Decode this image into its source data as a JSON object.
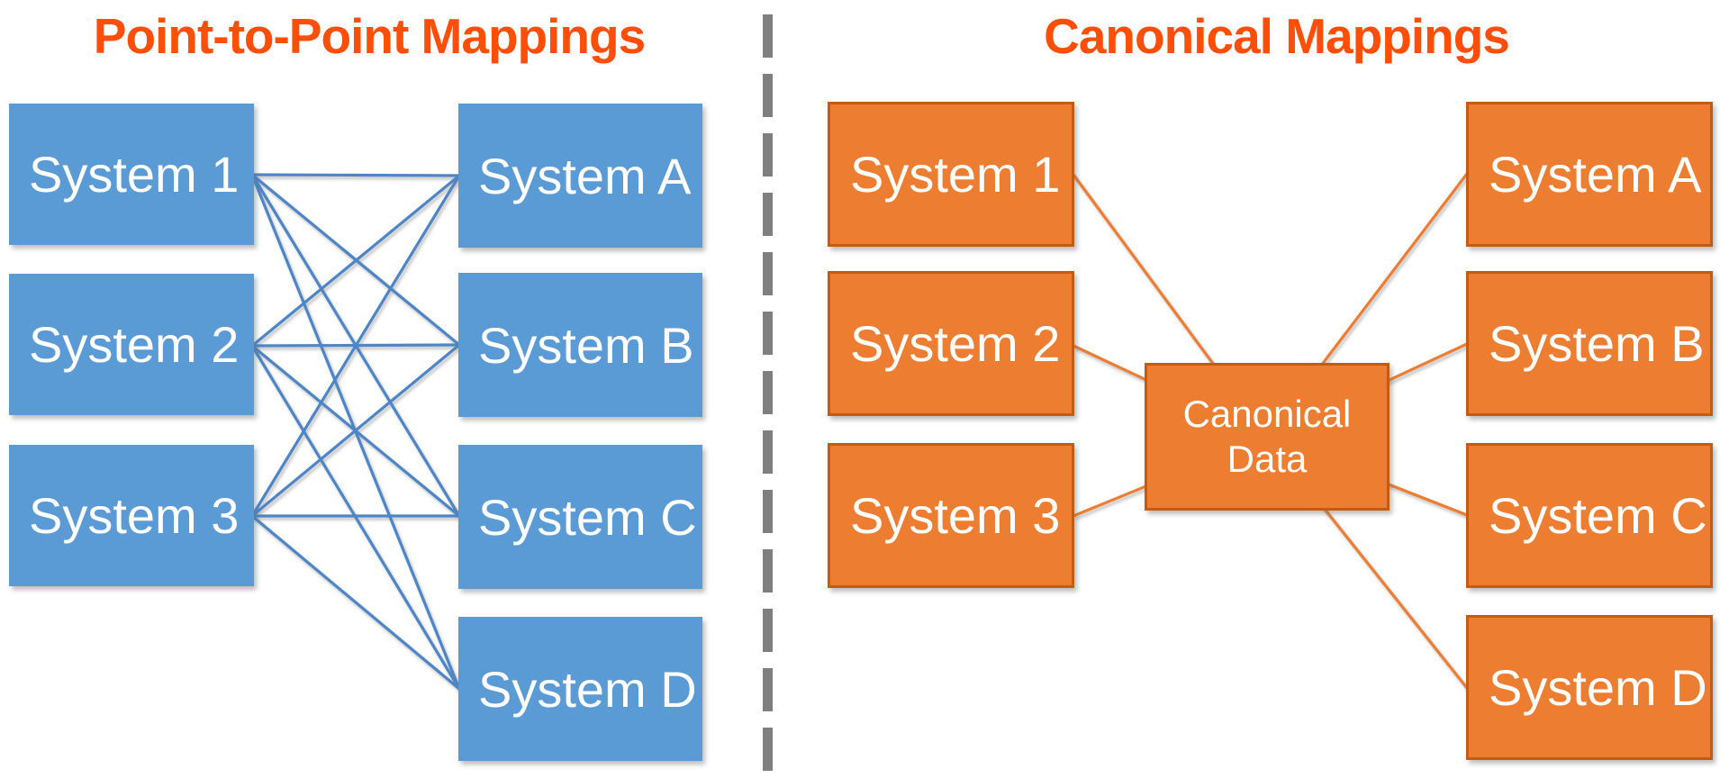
{
  "left_panel": {
    "title": "Point-to-Point Mappings",
    "sources": [
      "System 1",
      "System 2",
      "System 3"
    ],
    "targets": [
      "System A",
      "System B",
      "System C",
      "System D"
    ]
  },
  "right_panel": {
    "title": "Canonical Mappings",
    "hub": "Canonical Data",
    "sources": [
      "System 1",
      "System 2",
      "System 3"
    ],
    "targets": [
      "System A",
      "System B",
      "System C",
      "System D"
    ]
  },
  "colors": {
    "title-color": "#FF4E08",
    "blue-box-fill": "#5B9BD5",
    "blue-line": "#4E86C6",
    "orange-box-fill": "#ED7D31",
    "orange-box-border": "#C55A11",
    "orange-line": "#ED7D31",
    "divider-gray": "#7F7F7F",
    "box-text": "#FFFFFF",
    "background": "#FFFFFF"
  }
}
